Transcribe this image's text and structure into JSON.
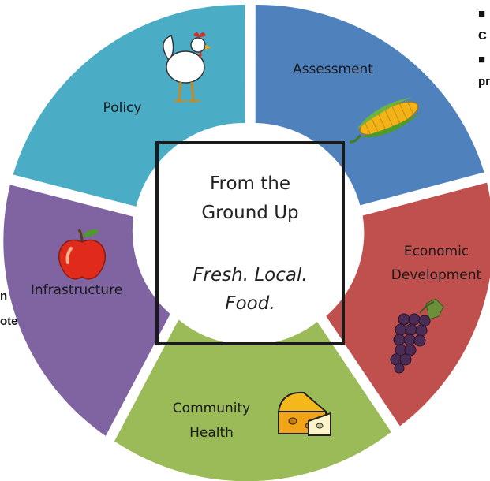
{
  "center": {
    "title_line1": "From the",
    "title_line2": "Ground Up",
    "tagline_line1": "Fresh. Local.",
    "tagline_line2": "Food."
  },
  "segments": [
    {
      "key": "assessment",
      "line1": "Assessment",
      "line2": "",
      "color": "#4f81bd",
      "icon": "corn-icon"
    },
    {
      "key": "economic",
      "line1": "Economic",
      "line2": "Development",
      "color": "#c0504d",
      "icon": "grapes-icon"
    },
    {
      "key": "community",
      "line1": "Community",
      "line2": "Health",
      "color": "#9bbb59",
      "icon": "cheese-icon"
    },
    {
      "key": "infrastructure",
      "line1": "Infrastructure",
      "line2": "",
      "color": "#8064a2",
      "icon": "apple-icon"
    },
    {
      "key": "policy",
      "line1": "Policy",
      "line2": "",
      "color": "#4bacc6",
      "icon": "chicken-icon"
    }
  ],
  "cropped_text": {
    "top_right_1": "■",
    "top_right_2": "C",
    "top_right_3": "■",
    "top_right_4": "pr",
    "left_1": "n",
    "left_2": "ote"
  }
}
